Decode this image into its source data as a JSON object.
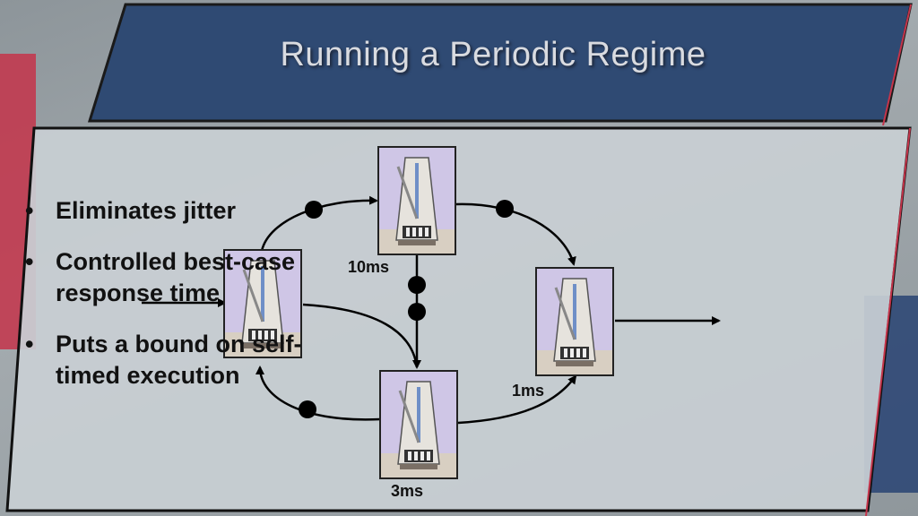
{
  "slide": {
    "title": "Running a Periodic Regime",
    "bullets": [
      "Eliminates jitter",
      "Controlled best-case response time",
      "Puts a bound on self-timed execution"
    ]
  },
  "diagram": {
    "nodes": [
      {
        "id": "input",
        "icon": "metronome-icon"
      },
      {
        "id": "top",
        "icon": "metronome-icon",
        "label": "10ms"
      },
      {
        "id": "bottom",
        "icon": "metronome-icon",
        "label": "3ms"
      },
      {
        "id": "output",
        "icon": "metronome-icon",
        "label": "1ms"
      }
    ],
    "token_icon": "token-dot-icon"
  },
  "colors": {
    "banner": "#2f4a73",
    "banner_border": "#1a1a1a",
    "panel": "#c9cfd4",
    "accent_red": "#c4344a",
    "edge": "#000000",
    "node_bg": "#cfc6e6"
  }
}
